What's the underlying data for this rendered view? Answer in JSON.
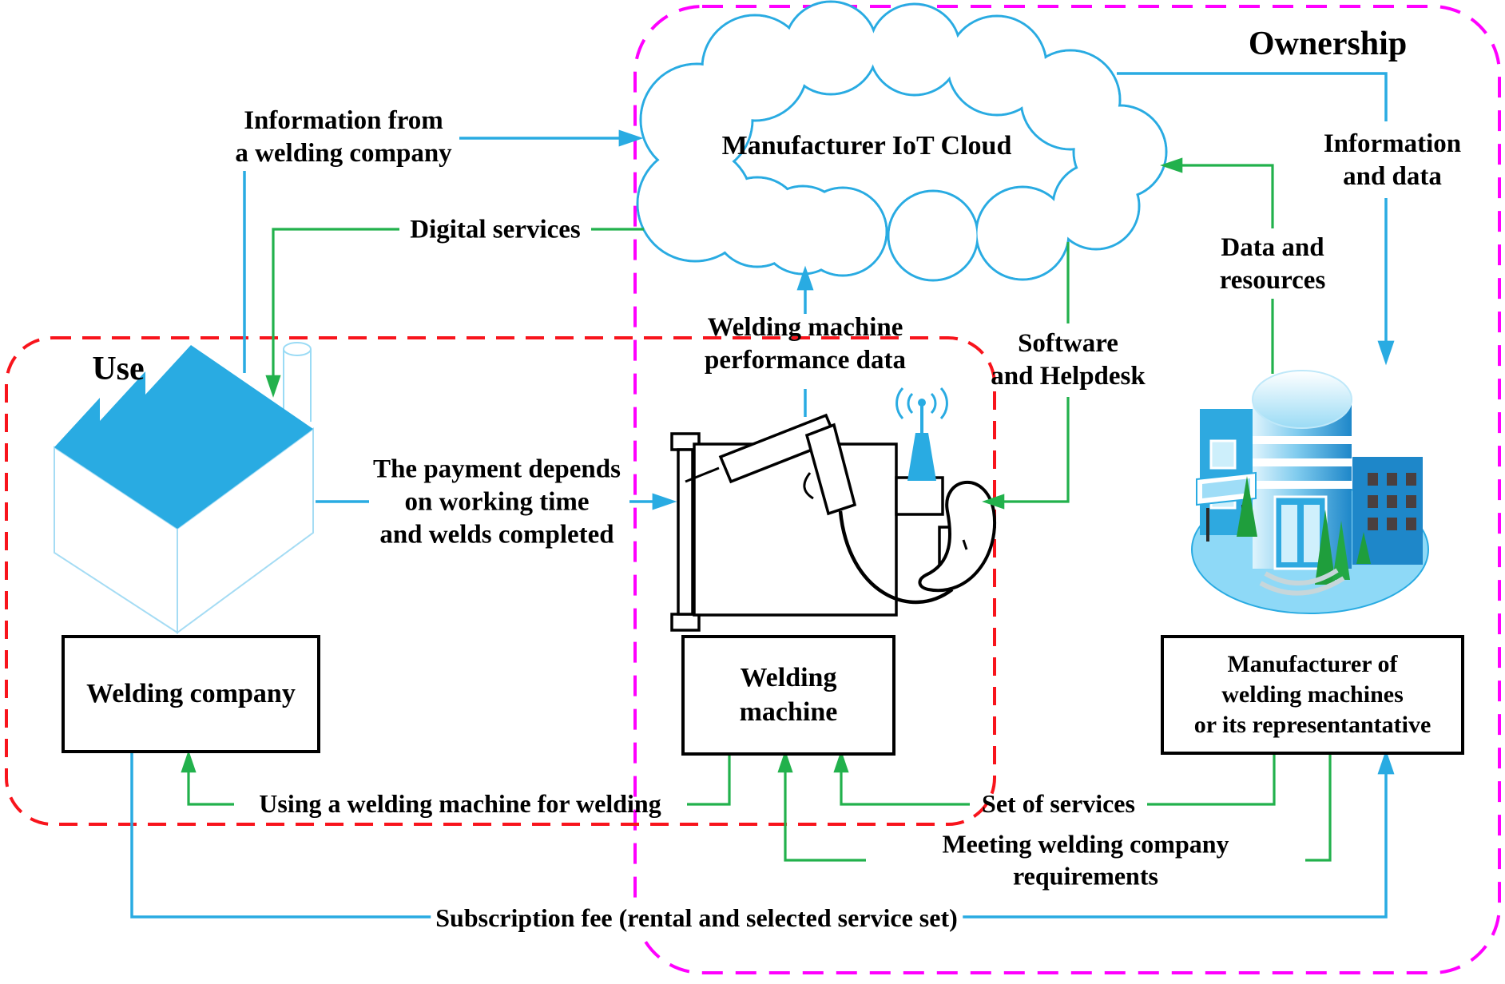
{
  "regions": {
    "use": {
      "label": "Use"
    },
    "ownership": {
      "label": "Ownership"
    }
  },
  "cloud": {
    "label": "Manufacturer IoT Cloud"
  },
  "entities": {
    "welding_company": {
      "label": "Welding company"
    },
    "welding_machine": {
      "label": "Welding\nmachine"
    },
    "manufacturer": {
      "label": "Manufacturer of\nwelding machines\nor its representantative"
    }
  },
  "flows": {
    "information_from": {
      "label": "Information from\na welding company",
      "color": "blue"
    },
    "digital_services": {
      "label": "Digital services",
      "color": "green"
    },
    "performance_data": {
      "label": "Welding machine\nperformance data",
      "color": "blue"
    },
    "software_helpdesk": {
      "label": "Software\nand Helpdesk",
      "color": "green"
    },
    "data_resources": {
      "label": "Data and\nresources",
      "color": "green"
    },
    "information_data": {
      "label": "Information\nand data",
      "color": "blue"
    },
    "payment": {
      "label": "The payment depends\non working time\nand welds completed",
      "color": "blue"
    },
    "using_machine": {
      "label": "Using a welding machine for welding",
      "color": "green"
    },
    "set_of_services": {
      "label": "Set of services",
      "color": "green"
    },
    "meeting_requirements": {
      "label": "Meeting welding company requirements",
      "color": "green"
    },
    "subscription_fee": {
      "label": "Subscription fee (rental and selected service set)",
      "color": "blue"
    }
  },
  "colors": {
    "blue": "#29ABE2",
    "green": "#22B14C",
    "red_dashed": "#F8141C",
    "magenta_dashed": "#FF00FF",
    "text": "#000000",
    "background": "#FFFFFF"
  }
}
